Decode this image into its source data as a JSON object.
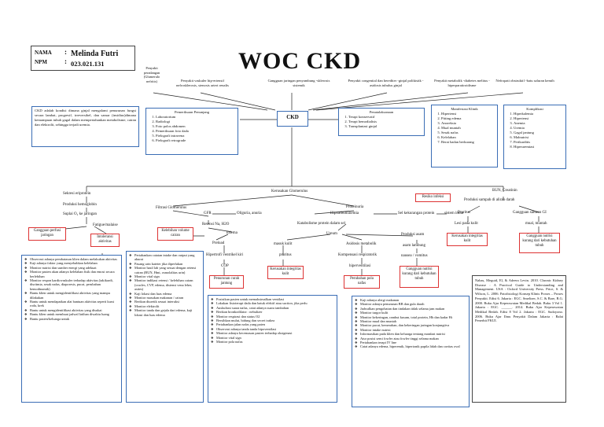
{
  "header": {
    "nama_label": "NAMA",
    "nama_value": "Melinda Futri",
    "npm_label": "NPM",
    "npm_value": "023.021.131",
    "title": "WOC CKD"
  },
  "causes": {
    "c1": "Penyakit peradangan (Glumerulo nefritis)",
    "c2": "Penyakit vaskuler hip-ertensif nefrosklerosis, stenosis arteri renalis",
    "c3": "Gangguan jaringan penyambung -sklerosis sistemik",
    "c4": "Penyakit congenital dan herediter -ginjal polikistik -asidosis tubulus ginjal",
    "c5": "Penyakit metabolik -diabetes melitus -hiperparatiroidisme",
    "c6": "Nefropati obstruktif -batu saluran kemih"
  },
  "definition": "CKD adalah kondisi dimana ginjal mengalami penurunan fungsi secara lambat, progresif, irreversibel, dan samar (insidius)dimana kemampuan tubuh gagal dalam mempertahankan metabolisme, cairan dan elektrolit, sehingga terjadi uremia.",
  "pemeriksaan": {
    "title": "Pemeriksaan Penunjang",
    "items": [
      "Laboratorium",
      "Radiologi",
      "Foto polos abdomen",
      "Pemeriksaan foto dada",
      "Pielografi intravena",
      "Pielografi retrograde"
    ]
  },
  "ckd_label": "CKD",
  "penatalaksanaan": {
    "title": "Penatalaksanaan",
    "items": [
      "Terapi konservatif",
      "Terapi hemodialisis",
      "Transplantasi ginjal"
    ]
  },
  "manifestasi": {
    "title": "Manifestasi Klinik",
    "items": [
      "Hipertensi",
      "Pitting edema",
      "Anoreksia",
      "Mual muntah",
      "Sesak nafas",
      "Kelelahan",
      "Berat badan berkurang"
    ]
  },
  "komplikasi": {
    "title": "Komplikasi",
    "items": [
      "Hiperkalemia",
      "Hipertensi",
      "Anemia",
      "Uremia",
      "Gagal jantung",
      "Malnutrisi",
      "Perikarditis",
      "Hiperuremiasi"
    ]
  },
  "flow": {
    "sekresi": "Sekresi eriprotein",
    "produksi_hb": "Produksi hemoglobin",
    "suplai": "Suplai O₂ ke jaringan",
    "fatigue": "Fatigue/malaise",
    "kerusakan": "Kerusakan Glomerulus",
    "filtrasi": "Filtrasi Glomerulus",
    "gfr": "GFR",
    "oliguria": "Oliguria, anuria",
    "retensi": "Retensi Na, H2O",
    "edema": "Edema",
    "preload": "Preload",
    "hipertrofi": "Hipertrofi ventrikel kiri",
    "cop": "COP",
    "proteinuria": "Proteinuria",
    "hipoalbu": "Hipoalbuminemia",
    "sel_kek": "Sel kekurangan protein",
    "sistem_imun": "sistem imun",
    "katabolisme": "Katabolisme protein dalam sel",
    "ureum": "Ureum",
    "masuk_kulit": "masuk kulit",
    "pruritus_mid": "pruritus",
    "asidosis": "Asidosis metabolik",
    "kompensasi": "Kompensasi respiratorik",
    "hiperventilasi": "hiperventilasi",
    "produksi_asam": "Produksi asam",
    "asam_lambung": "asam lambung",
    "nausea": "nausea / vomitus",
    "bun": "BUN, Creatinin",
    "produksi_sampah": "Produksi sampah di aliran darah",
    "pruritus_right": "Pruritus",
    "lesi": "Lesi pada kulit",
    "gangguan_saluran": "Gangguan saluran GI",
    "mual": "mual, muntah"
  },
  "diagnoses": {
    "perfusi": "Gangguan perfusi jaringan",
    "intoleransi": "Intoleransi aktivitas",
    "kelebihan": "Kelebihan volume cairan",
    "penurunan_curah": "Penurunan curah jantung",
    "kerusakan_integritas_mid": "Kerusakan integritas kulit",
    "perubahan_pola": "Perubahan pola nafas",
    "gangguan_nutrisi_mid": "Gangguan nutrisi kurang dari kebutuhan tubuh",
    "resiko_infeksi": "Resiko infeksi",
    "kerusakan_integritas_right": "Kerusakan integritas kulit",
    "gangguan_nutrisi_right": "Gangguan nutrisi kurang dari kebutuhan tubuh"
  },
  "interventions": {
    "aktivitas": [
      "Observasi adanya pembatasan klien dalam melakukan aktivitas",
      "Kaji adanya faktor yang menyebabkan kelelahan",
      "Monitor nutrisi dan sumber energi yang adekuat",
      "Monitor pasien akan adanya kelelahan fisik dan emosi secara berlebihan",
      "Monitor respon kardiovaskuler terhadap aktivitas (takikardi, disritmia, sesak nafas, diaporesis, pucat, perubahan hemodinamik)",
      "Bantu klien untuk mengidentifikasi aktivitas yang mampu dilakukan",
      "Bantu untuk mendapatkan alat bantuan aktivitas seperti kursi roda, krek",
      "Bantu untuk mengidentifikasi aktivitas yang disukai",
      "Bantu klien untuk membuat jadwal latihan diwaktu luang",
      "Bantu pasien/keluarga untuk"
    ],
    "cairan": [
      "Pertahankan catatan intake dan output yang akurat",
      "Pasang urin kateter jika diperlukan",
      "Monitor hasil lab yang sesuai dengan retensi cairan (BUN, Hmt, osmolalitas urin)",
      "Monitor vital sign",
      "Monitor indikasi retensi / kelebihan cairan (cracles, CVP, edema, distensi vena leher, asites)",
      "Kaji lokasi dan luas edema",
      "Monitor masukan makanan / cairan",
      "Berikan diuretik sesuai interuksi",
      "Monitor elektrolit",
      "Monitor tanda dan gejala dari edema, kaji lokasi dan luas edema"
    ],
    "nafas": [
      "Posisikan pasien untuk memaksimalkan ventilasi",
      "Lakukan fisioterapi dada dan batuk efektif atau suction, jika perlu",
      "Auskultasi suara nafas, catat adanya suara tambahan",
      "Berikan bronkodilator : nebulizer",
      "Monitor respirasi dan status O2",
      "Bersihkan mulut, hidung dan secret trakea",
      "Pertahankan jalan nafas yang paten",
      "Observasi adanya tanda tanda hipoventilasi",
      "Monitor adanya kecemasan pasien terhadap oksigenasi",
      "Monitor vital sign",
      "Monitor pola nafas"
    ],
    "nutrisi": [
      "Kaji adanya alergi makanan",
      "Monitor adanya penurunan BB dan gula darah",
      "Jadwalkan pengobatan dan tindakan tidak selama jam makan",
      "Monitor turgor kulit",
      "Monitor kekeringan, rambut kusam, total protein, Hb dan kadar Ht",
      "Monitor mual dan muntah",
      "Monitor pucat, kemerahan, dan kekeringan jaringan konjungtiva",
      "Monitor intake nutrisi",
      "Informasikan pada klien dan keluarga tentang manfaat nutrisi",
      "Atur posisi semi fowler atau fowler tinggi selama makan",
      "Pertahankan terapi IV line",
      "Catat adanya edema, hiperemik, hipertonik papila lidah dan cavitas oval"
    ]
  },
  "references": "Nahas, Meguid, El, & Adeera Levin. 2010. Chronic Kidney Disease : A Practical Guide to Understanding and Management. USA : Oxford University Press. Price, S. & Wilson, L. 2006. Patofisiologi Konsep Klinis Proses – Proses Penyakit. Edisi 6. Jakarta : EGC. Smeltzer, S.C. & Bare, B.G. 2000. Buku Ajar Keperawatan Medikal Bedah. Buku 3 Vol 1. Jakarta : EGC. ______. 2014. Buku Ajar Keperawatan Medikal Bedah. Edisi 8 Vol 2. Jakarta : EGC. Sudoyono. 2006. Buku Ajar Ilmu Penyakit Dalam Jakarta : Balai Penerbit FKUI."
}
